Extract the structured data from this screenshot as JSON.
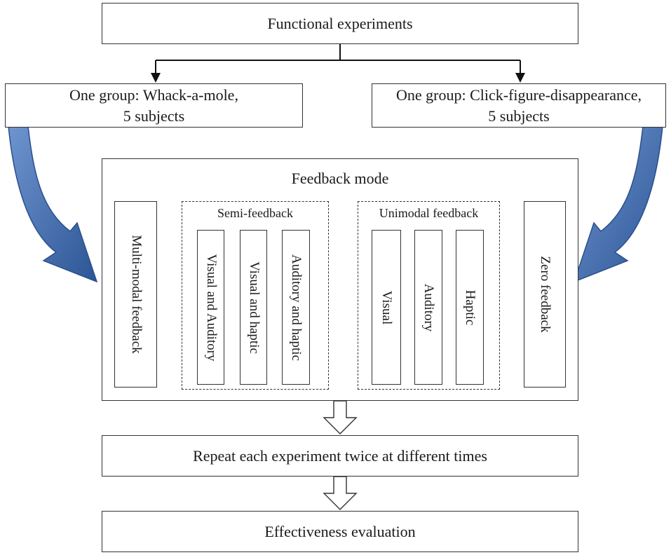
{
  "top": {
    "title": "Functional experiments"
  },
  "left_group": {
    "line1": "One group:  Whack-a-mole,",
    "line2": "5 subjects"
  },
  "right_group": {
    "line1": "One group:  Click-figure-disappearance,",
    "line2": "5 subjects"
  },
  "feedback": {
    "title": "Feedback mode",
    "multi": "Multi-modal feedback",
    "semi": {
      "title": "Semi-feedback",
      "items": [
        "Visual and Auditory",
        "Visual and haptic",
        "Auditory and haptic"
      ]
    },
    "uni": {
      "title": "Unimodal feedback",
      "items": [
        "Visual",
        "Auditory",
        "Haptic"
      ]
    },
    "zero": "Zero feedback"
  },
  "repeat": "Repeat each experiment twice at different times",
  "evaluation": "Effectiveness evaluation",
  "colors": {
    "arrow_fill": "#4a72b0",
    "arrow_dark": "#2a4f8c",
    "stroke": "#333333"
  }
}
